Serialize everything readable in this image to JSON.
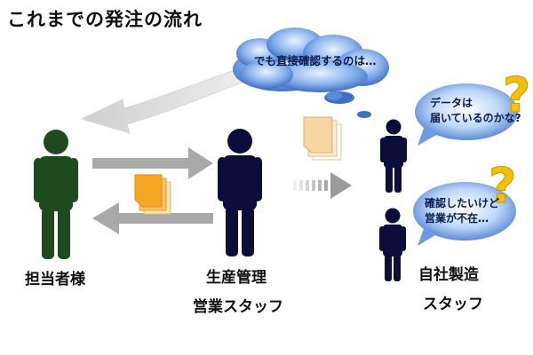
{
  "title": "これまでの発注の流れ",
  "labels": {
    "client": "担当者様",
    "production": "生産管理",
    "sales": "営業スタッフ",
    "factory": "自社製造",
    "staff": "スタッフ"
  },
  "thoughts": {
    "cloud": "でも直接確認するのは…",
    "bubble_top_line1": "データは",
    "bubble_top_line2": "届いているのかな?",
    "bubble_bottom_line1": "確認したいけど",
    "bubble_bottom_line2": "営業が不在…"
  },
  "icons": [
    "person-icon",
    "document-icon",
    "arrow-icon",
    "question-mark-icon",
    "cloud-icon"
  ],
  "colors": {
    "client_figure": "#1f4a1f",
    "production_figure": "#0d0d3a",
    "factory_figure": "#0d0d3a",
    "arrow": "#a9a9a9",
    "document_orange": "#f5a623",
    "document_beige": "#f6d7a3",
    "cloud": "#4e7fd0",
    "question_mark": "#f2c200"
  }
}
